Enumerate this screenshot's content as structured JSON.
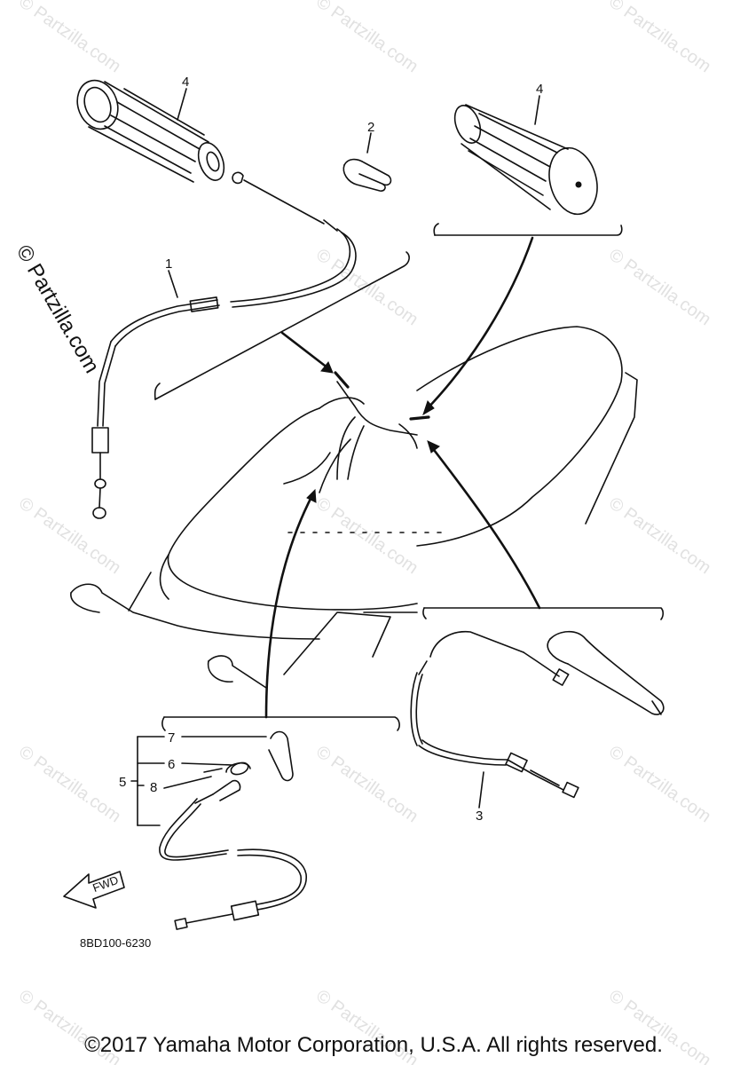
{
  "watermark": {
    "text": "© Partzilla.com",
    "side_text": "© Partzilla.com"
  },
  "callouts": {
    "c1": "1",
    "c2": "2",
    "c3": "3",
    "c4a": "4",
    "c4b": "4",
    "c5": "5",
    "c6": "6",
    "c7": "7",
    "c8": "8"
  },
  "fwd_label": "FWD",
  "diagram_code": "8BD100-6230",
  "copyright": "©2017 Yamaha Motor Corporation, U.S.A. All rights reserved."
}
